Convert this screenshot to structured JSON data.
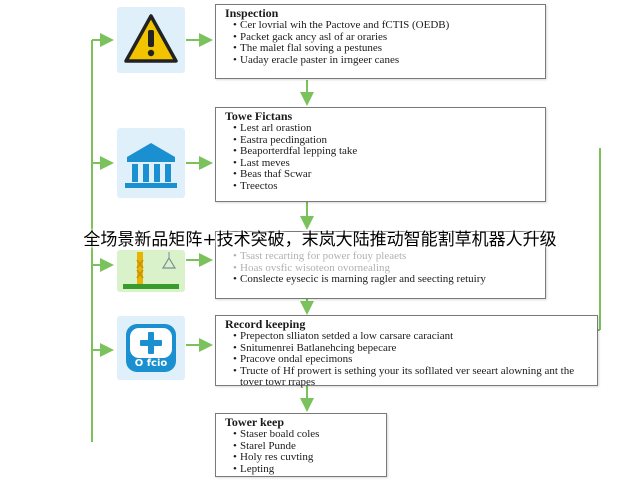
{
  "caption": "全场景新品矩阵+技术突破，末岚大陆推动智能割草机器人升级",
  "colors": {
    "connector": "#7bc25c",
    "warning": "#f2c400",
    "accent": "#1a90d0",
    "tile_bg": "#dff0fb",
    "garden_bg": "#d9f2c9"
  },
  "steps": [
    {
      "icon": "warning-triangle-icon",
      "title": "Inspection",
      "items": [
        "Cer lovrial wih the Pactove and fCTIS (OEDB)",
        "Packet gack ancy asl of ar oraries",
        "The malet flal soving a pestunes",
        "Uaday eracle paster in irngeer canes"
      ]
    },
    {
      "icon": "building-icon",
      "title": "Towe Fictans",
      "items": [
        "Lest arl orastion",
        "Eastra pecdingation",
        "Beaporterdfal lepping take",
        "Last meves",
        "Beas thaf Scwar",
        "Treectos"
      ]
    },
    {
      "icon": "garden-tower-icon",
      "title": "",
      "items": [
        "Tsast recarting for power fouy pleaets",
        "Hoas ovsfic wisoteon ovornealing",
        "Conslecte eysecic is marning ragler and seecting retuiry"
      ]
    },
    {
      "icon": "plus-card-icon",
      "title": "Record keeping",
      "icon_label": "O fcio",
      "items": [
        "Prepecton slliaton setded a low carsare caraciant",
        "Snitumenrei Batlanehcing bepecare",
        "Pracove ondal epecimons",
        "Tructe of Hf prowert is sething your its sofllated ver seeart alowning ant the tover towr rrapes"
      ]
    },
    {
      "icon": "",
      "title": "Tower keep",
      "items": [
        "Staser boald coles",
        "Starel Punde",
        "Holy res cuvting",
        "Lepting"
      ]
    }
  ]
}
